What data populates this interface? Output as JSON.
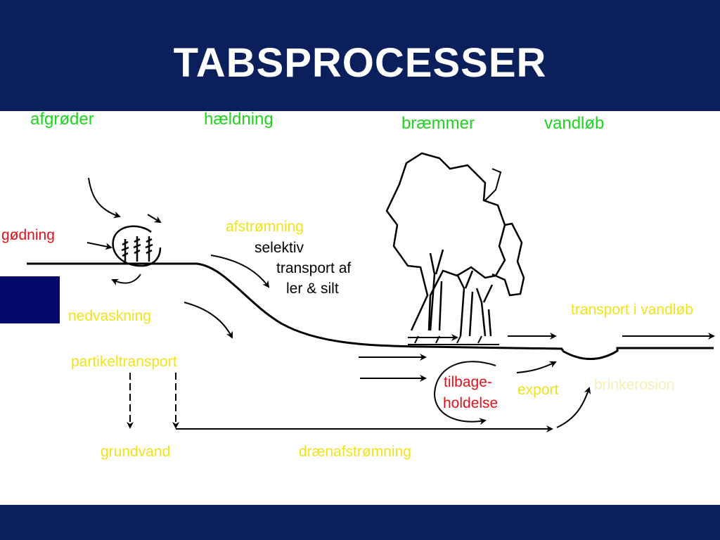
{
  "title": "TABSPROCESSER",
  "labels": {
    "crops": "afgrøder",
    "slope": "hældning",
    "buffer_strips": "bræmmer",
    "stream": "vandløb",
    "fertilizer": "gødning",
    "runoff": "afstrømning",
    "selective_line1": "selektiv",
    "selective_line2": "transport af",
    "selective_line3": "ler & silt",
    "leaching": "nedvaskning",
    "particle_transport": "partikeltransport",
    "stream_transport": "transport i vandløb",
    "retention_line1": "tilbage-",
    "retention_line2": "holdelse",
    "export": "export",
    "bank_erosion": "brinkerosion",
    "groundwater": "grundvand",
    "drain_runoff": "drænafstrømning"
  },
  "colors": {
    "header": "#0b1f5c",
    "green_label": "#1ed41e",
    "yellow_label": "#f2e21a",
    "red_label": "#e0101a",
    "side_block": "#050a6a"
  }
}
